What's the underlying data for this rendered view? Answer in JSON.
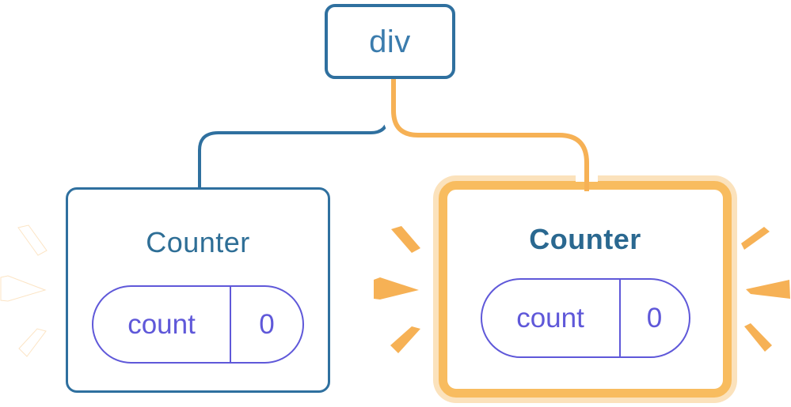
{
  "diagram": {
    "description": "component tree with parent div and two Counter children; right child re-rendered/highlighted",
    "root": {
      "label": "div"
    },
    "counters": [
      {
        "title": "Counter",
        "state_key": "count",
        "state_value": "0",
        "highlighted": false
      },
      {
        "title": "Counter",
        "state_key": "count",
        "state_value": "0",
        "highlighted": true
      }
    ]
  },
  "colors": {
    "blue_border": "#2F709F",
    "blue_text": "#3B7CAD",
    "title_color": "#2E6E96",
    "title_bold_color": "#2A6890",
    "purple": "#5F58D9",
    "orange": "#F6B155",
    "orange_ring": "#F8BC5F",
    "orange_pale": "#FBE2BC",
    "burst_white": "#FFFFFF"
  }
}
